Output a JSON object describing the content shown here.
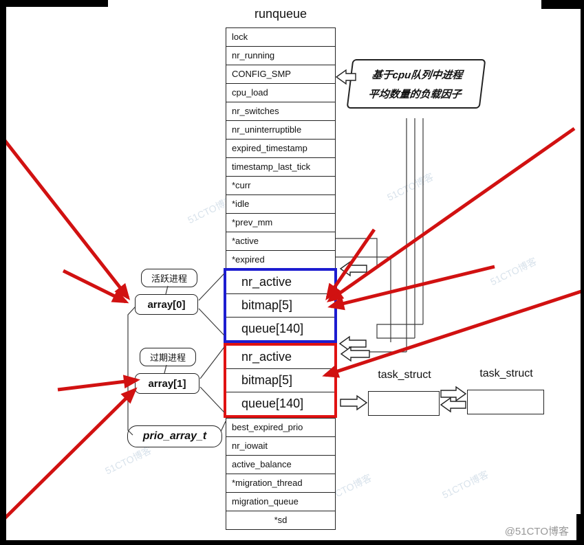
{
  "diagram": {
    "title": "runqueue",
    "struct_rows_top": [
      "lock",
      "nr_running",
      "CONFIG_SMP",
      "cpu_load",
      "nr_switches",
      "nr_uninterruptible",
      "expired_timestamp",
      "timestamp_last_tick",
      "*curr",
      "*idle",
      "*prev_mm",
      "*active",
      "*expired"
    ],
    "array0_fields": [
      "nr_active",
      "bitmap[5]",
      "queue[140]"
    ],
    "array1_fields": [
      "nr_active",
      "bitmap[5]",
      "queue[140]"
    ],
    "struct_rows_bottom": [
      "best_expired_prio",
      "nr_iowait",
      "active_balance",
      "*migration_thread",
      "migration_queue",
      "*sd"
    ],
    "labels": {
      "active_note": "活跃进程",
      "array0": "array[0]",
      "expired_note": "过期进程",
      "array1": "array[1]",
      "prio_array_t": "prio_array_t"
    },
    "callout": {
      "line1": "基于cpu队列中进程",
      "line2": "平均数量的负载因子"
    },
    "task_struct_left": "task_struct",
    "task_struct_right": "task_struct"
  },
  "watermark": {
    "corner": "@51CTO博客",
    "tile": "51CTO博客"
  },
  "colors": {
    "array0_border": "#1d1dd0",
    "array1_border": "#e01212",
    "annotation_arrow": "#d11111"
  }
}
